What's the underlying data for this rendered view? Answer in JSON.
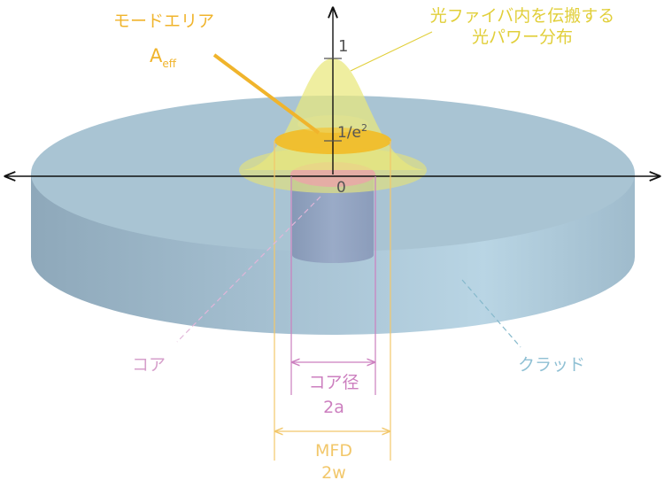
{
  "labels": {
    "mode_area": "モードエリア",
    "aeff_main": "A",
    "aeff_sub": "eff",
    "power_line1": "光ファイバ内を伝搬する",
    "power_line2": "光パワー分布",
    "tick_one": "1",
    "tick_e2_base": "1/e",
    "tick_e2_sup": "2",
    "origin": "0",
    "core": "コア",
    "clad": "クラッド",
    "core_diameter": "コア径",
    "core_diameter_sym": "2a",
    "mfd": "MFD",
    "mfd_sym": "2w"
  },
  "colors": {
    "cladding_top": "#a9c4d3",
    "cladding_side": "#9fbccd",
    "core": "#8f9fbf",
    "core_top": "#e8a9a6",
    "gaussian": "#e8e67a",
    "mode_area": "#f1bd2a",
    "mode_text": "#f0b42c",
    "power_text": "#e1cf3a",
    "core_text": "#d69fcb",
    "clad_text": "#8fc0d4",
    "core_dim": "#cc7fbf",
    "mfd_dim": "#f2c76a",
    "axis": "#111111"
  }
}
